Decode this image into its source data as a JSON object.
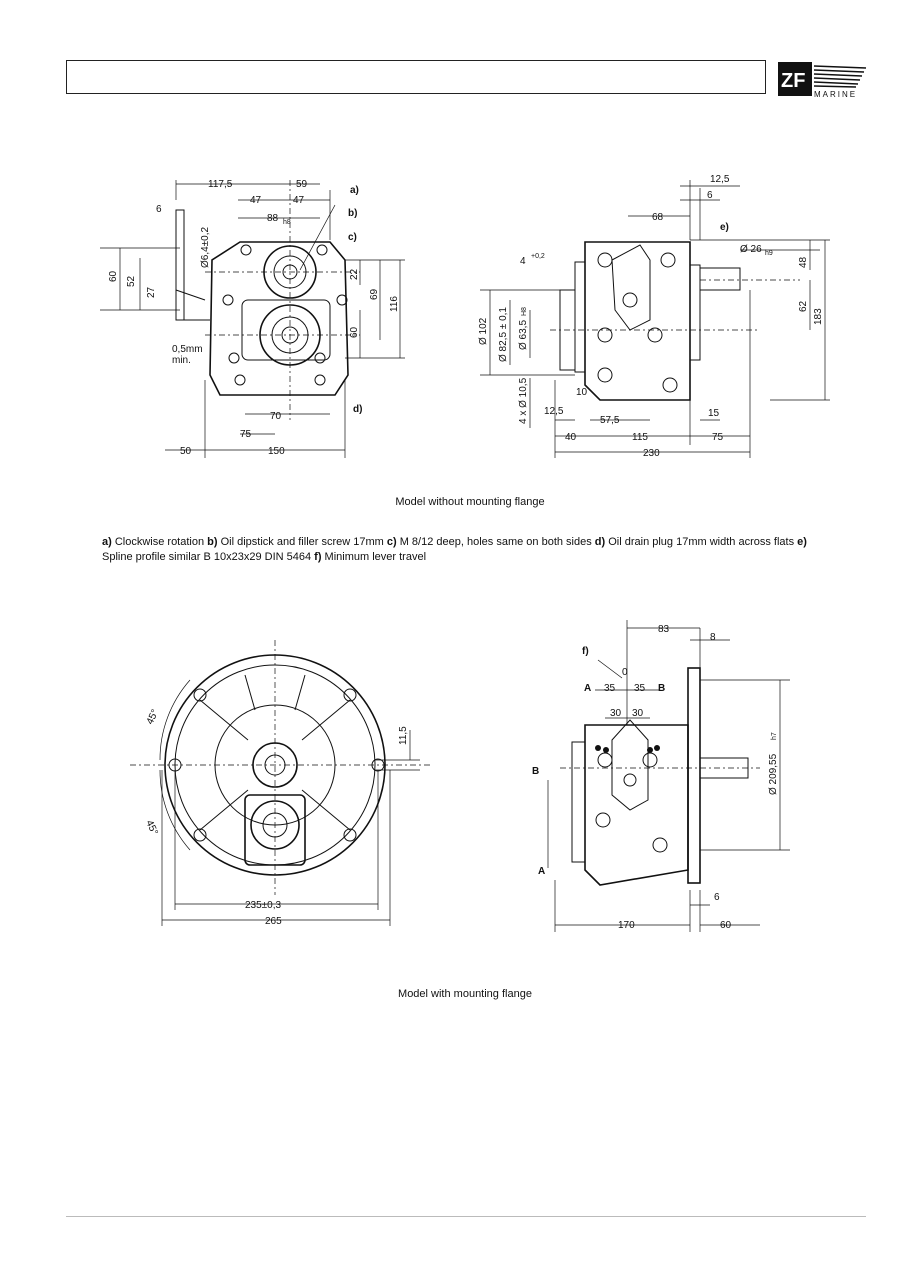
{
  "logo": {
    "mark": "ZF",
    "word": "MARINE"
  },
  "top_figure": {
    "caption": "Model without mounting flange",
    "front_dims": [
      "117,5",
      "59",
      "47",
      "47",
      "88",
      "h8",
      "6",
      "Ø6,4±0,2",
      "60",
      "52",
      "27",
      "22",
      "69",
      "116",
      "60",
      "0,5mm",
      "min.",
      "70",
      "75",
      "50",
      "150"
    ],
    "front_callouts": [
      "a)",
      "b)",
      "c)",
      "d)"
    ],
    "side_dims": [
      "12,5",
      "6",
      "68",
      "e)",
      "Ø 26",
      "h9",
      "48",
      "62",
      "183",
      "4",
      "+0,2",
      "Ø 102",
      "Ø 82,5 ± 0,1",
      "Ø 63,5",
      "H8",
      "4 x Ø 10,5",
      "12,5",
      "10",
      "57,5",
      "15",
      "40",
      "115",
      "75",
      "230"
    ]
  },
  "legend": {
    "items": [
      {
        "key": "a)",
        "text": " Clockwise rotation  "
      },
      {
        "key": "b)",
        "text": " Oil dipstick and filler screw 17mm  "
      },
      {
        "key": "c)",
        "text": " M 8/12 deep, holes same on both sides  "
      },
      {
        "key": "d)",
        "text": " Oil drain plug 17mm width across flats  "
      },
      {
        "key": "e)",
        "text": " Spline profile similar B 10x23x29 DIN 5464  "
      },
      {
        "key": "f)",
        "text": " Minimum lever travel"
      }
    ]
  },
  "bottom_figure": {
    "caption": "Model with mounting flange",
    "front_dims": [
      "45°",
      "45°",
      "11,5",
      "235±0,3",
      "265"
    ],
    "side_dims": [
      "83",
      "8",
      "f)",
      "0",
      "A",
      "35",
      "35",
      "B",
      "30",
      "30",
      "Ø 209,55",
      "h7",
      "B",
      "A",
      "6",
      "170",
      "60"
    ]
  },
  "colors": {
    "ink": "#111111",
    "paper": "#ffffff"
  }
}
